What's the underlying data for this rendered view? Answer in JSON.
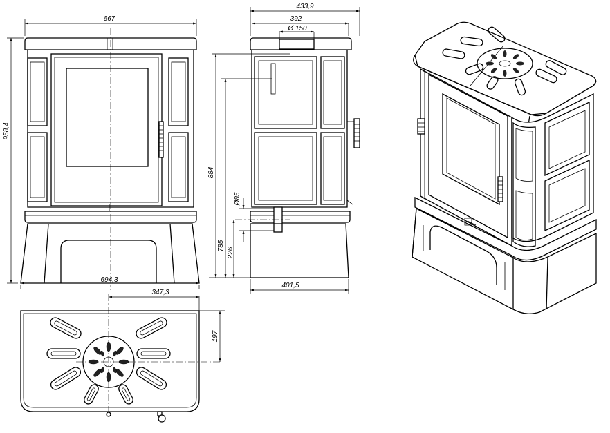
{
  "dimensions": {
    "front_width": "667",
    "front_height": "958,4",
    "base_width": "694,3",
    "side_top_depth": "433,9",
    "side_inner_depth": "392",
    "flue_diameter": "Ø 150",
    "side_flue_height": "884",
    "air_inlet_diameter": "Ø85",
    "air_inlet_height": "226",
    "rear_height": "785",
    "base_depth": "401,5",
    "top_half_width": "347,3",
    "top_offset": "197"
  }
}
